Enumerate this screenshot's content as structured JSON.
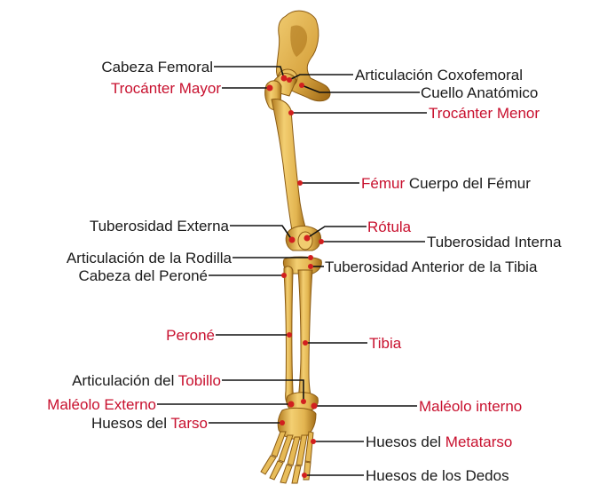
{
  "colors": {
    "text": "#1a1a1a",
    "highlight": "#c8102e",
    "bone": "#e2b450",
    "bone_dark": "#b27b20",
    "dot": "#d11f1f",
    "leader": "#111111"
  },
  "labels": {
    "cabeza_femoral": {
      "parts": [
        "Cabeza Femoral"
      ]
    },
    "trocanter_mayor": {
      "parts": [
        "Trocánter Mayor"
      ]
    },
    "articulacion_coxofemoral": {
      "parts": [
        "Articulación Coxofemoral"
      ]
    },
    "cuello_anatomico": {
      "parts": [
        "Cuello Anatómico"
      ]
    },
    "trocanter_menor": {
      "parts": [
        "Trocánter Menor"
      ]
    },
    "femur": {
      "parts": [
        "Fémur",
        " Cuerpo del Fémur"
      ]
    },
    "tuberosidad_externa": {
      "parts": [
        "Tuberosidad Externa"
      ]
    },
    "rotula": {
      "parts": [
        "Rótula"
      ]
    },
    "tuberosidad_interna": {
      "parts": [
        "Tuberosidad Interna"
      ]
    },
    "articulacion_rodilla": {
      "parts": [
        "Articulación de la Rodilla"
      ]
    },
    "cabeza_perone": {
      "parts": [
        "Cabeza del Peroné"
      ]
    },
    "tuberosidad_anterior_tibia": {
      "parts": [
        "Tuberosidad Anterior de la Tibia"
      ]
    },
    "perone": {
      "parts": [
        "Peroné"
      ]
    },
    "tibia": {
      "parts": [
        "Tibia"
      ]
    },
    "articulacion_tobillo": {
      "parts": [
        "Articulación del ",
        "Tobillo"
      ]
    },
    "maleolo_externo": {
      "parts": [
        "Maléolo Externo"
      ]
    },
    "maleolo_interno": {
      "parts": [
        "Maléolo interno"
      ]
    },
    "huesos_tarso": {
      "parts": [
        "Huesos del ",
        "Tarso"
      ]
    },
    "huesos_metatarso": {
      "parts": [
        "Huesos del ",
        "Metatarso"
      ]
    },
    "huesos_dedos": {
      "parts": [
        "Huesos de los Dedos"
      ]
    }
  }
}
